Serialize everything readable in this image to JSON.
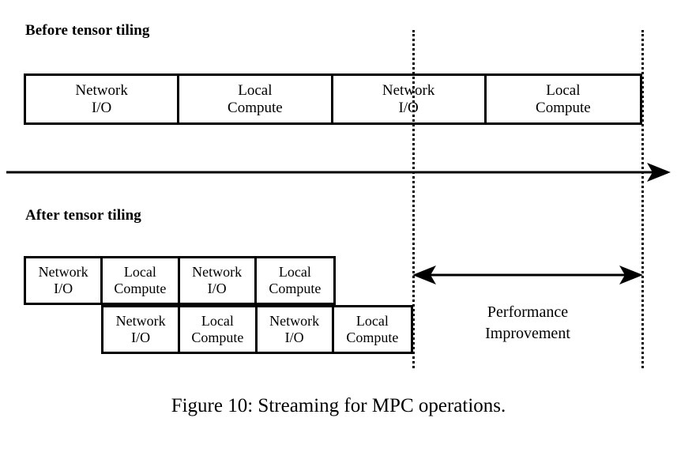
{
  "figure": {
    "caption": "Figure 10: Streaming for MPC operations.",
    "colors": {
      "stroke": "#000000",
      "background": "#ffffff"
    }
  },
  "sections": {
    "before": {
      "title": "Before tensor tiling",
      "cells": [
        {
          "l1": "Network",
          "l2": "I/O"
        },
        {
          "l1": "Local",
          "l2": "Compute"
        },
        {
          "l1": "Network",
          "l2": "I/O"
        },
        {
          "l1": "Local",
          "l2": "Compute"
        }
      ]
    },
    "after": {
      "title": "After tensor tiling",
      "row1": [
        {
          "l1": "Network",
          "l2": "I/O"
        },
        {
          "l1": "Local",
          "l2": "Compute"
        },
        {
          "l1": "Network",
          "l2": "I/O"
        },
        {
          "l1": "Local",
          "l2": "Compute"
        }
      ],
      "row2": [
        {
          "l1": "Network",
          "l2": "I/O"
        },
        {
          "l1": "Local",
          "l2": "Compute"
        },
        {
          "l1": "Network",
          "l2": "I/O"
        },
        {
          "l1": "Local",
          "l2": "Compute"
        }
      ]
    }
  },
  "annotations": {
    "performance": {
      "line1": "Performance",
      "line2": "Improvement"
    }
  }
}
